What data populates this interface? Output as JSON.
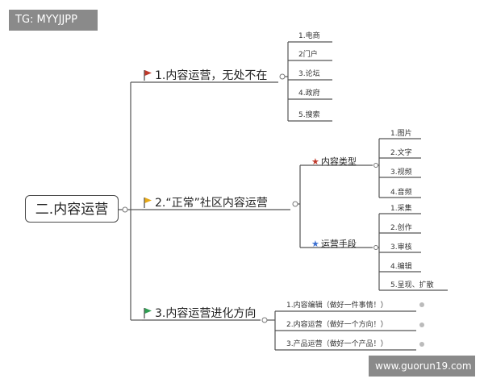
{
  "watermark_top": "TG: MYYJJPP",
  "watermark_bottom": "www.guorun19.com",
  "root": "二.内容运营",
  "branches": [
    {
      "label": "1.内容运营，无处不在",
      "flag_color": "#c0392b",
      "leaves": [
        "1.电商",
        "2门户",
        "3.论坛",
        "4.政府",
        "5.搜索"
      ]
    },
    {
      "label": "2.“正常”社区内容运营",
      "flag_color": "#e6a817",
      "subs": [
        {
          "label": "内容类型",
          "star_color": "#c0392b",
          "leaves": [
            "1.图片",
            "2.文字",
            "3.视频",
            "4.音频"
          ]
        },
        {
          "label": "运营手段",
          "star_color": "#3b6fd1",
          "leaves": [
            "1.采集",
            "2.创作",
            "3.审核",
            "4.编辑",
            "5.呈现、扩散"
          ]
        }
      ]
    },
    {
      "label": "3.内容运营进化方向",
      "flag_color": "#2e9e52",
      "leaves": [
        "1.内容编辑（做好一件事情！）",
        "2.内容运营（做好一个方向！）",
        "3.产品运营（做好一个产品！）"
      ]
    }
  ]
}
